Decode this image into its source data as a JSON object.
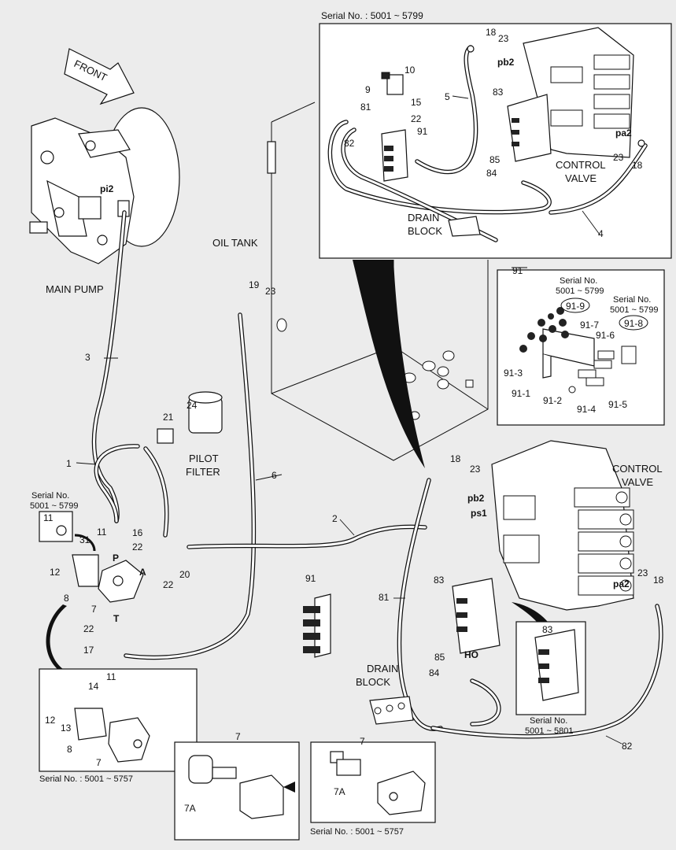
{
  "labels": {
    "front": "FRONT",
    "main_pump": "MAIN PUMP",
    "oil_tank": "OIL TANK",
    "pilot_filter_1": "PILOT",
    "pilot_filter_2": "FILTER",
    "control_valve_1": "CONTROL",
    "control_valve_2": "VALVE",
    "drain_block_1": "DRAIN",
    "drain_block_2": "BLOCK",
    "port_pi2": "pi2",
    "port_pb2": "pb2",
    "port_pa2": "pa2",
    "port_ps1": "ps1",
    "port_ho": "HO",
    "port_p": "P",
    "port_a": "A",
    "port_t": "T",
    "serial_top": "Serial No. : 5001 ~ 5799",
    "serial_no": "Serial No.",
    "serial_range_5799": "5001 ~ 5799",
    "serial_range_5801": "5001 ~ 5801",
    "serial_5757": "Serial No. : 5001 ~ 5757"
  },
  "part_numbers": {
    "n1": "1",
    "n2": "2",
    "n3": "3",
    "n4": "4",
    "n5": "5",
    "n6": "6",
    "n7": "7",
    "n8": "8",
    "n9": "9",
    "n10": "10",
    "n11": "11",
    "n12": "12",
    "n13": "13",
    "n14": "14",
    "n15": "15",
    "n16": "16",
    "n17": "17",
    "n18": "18",
    "n19": "19",
    "n20": "20",
    "n21": "21",
    "n22": "22",
    "n23": "23",
    "n24": "24",
    "n31": "31",
    "n7a": "7A",
    "n81": "81",
    "n82": "82",
    "n83": "83",
    "n84": "84",
    "n85": "85",
    "n91": "91",
    "n91_1": "91-1",
    "n91_2": "91-2",
    "n91_3": "91-3",
    "n91_4": "91-4",
    "n91_5": "91-5",
    "n91_6": "91-6",
    "n91_7": "91-7",
    "n91_8": "91-8",
    "n91_9": "91-9"
  }
}
